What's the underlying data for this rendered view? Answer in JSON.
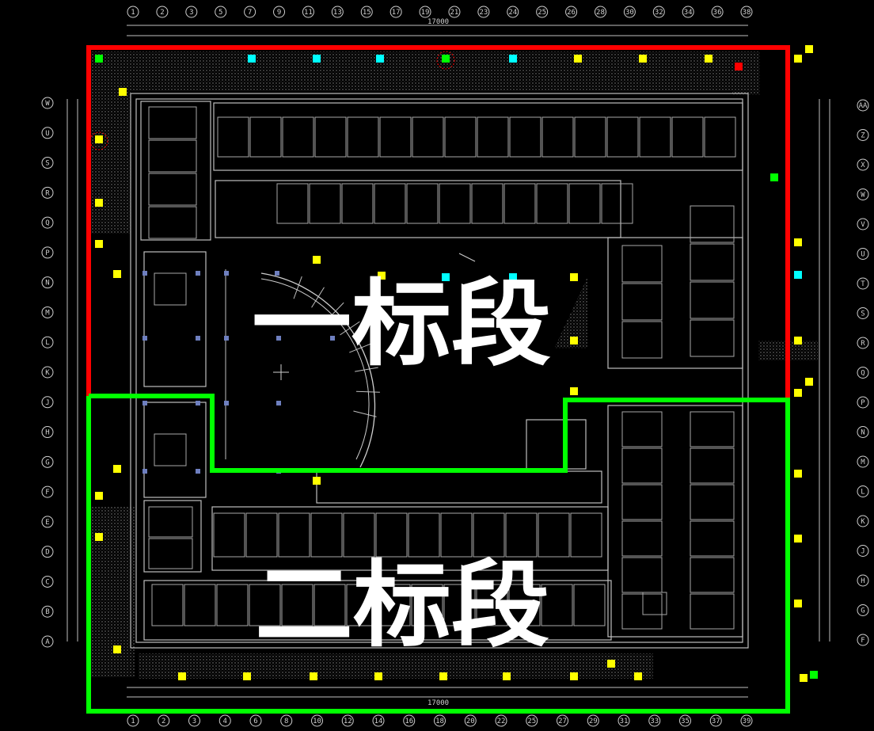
{
  "drawing": {
    "background_color": "#000000",
    "line_color": "#bfbfbf",
    "zone_top": {
      "label": "一标段",
      "border_color": "#ff0000"
    },
    "zone_bottom": {
      "label": "二标段",
      "border_color": "#00ff00"
    },
    "overall_dimension_top": "17000",
    "overall_dimension_bottom": "17000"
  },
  "axes": {
    "top": [
      "1",
      "2",
      "3",
      "5",
      "7",
      "9",
      "11",
      "13",
      "15",
      "17",
      "19",
      "21",
      "23",
      "24",
      "25",
      "26",
      "28",
      "30",
      "32",
      "34",
      "36",
      "38"
    ],
    "bottom": [
      "1",
      "2",
      "3",
      "4",
      "6",
      "8",
      "10",
      "12",
      "14",
      "16",
      "18",
      "20",
      "22",
      "25",
      "27",
      "29",
      "31",
      "33",
      "35",
      "37",
      "39"
    ],
    "left": [
      "W",
      "U",
      "S",
      "R",
      "Q",
      "P",
      "N",
      "M",
      "L",
      "K",
      "J",
      "H",
      "G",
      "F",
      "E",
      "D",
      "C",
      "B",
      "A"
    ],
    "right": [
      "AA",
      "Z",
      "X",
      "W",
      "V",
      "U",
      "T",
      "S",
      "R",
      "Q",
      "P",
      "N",
      "M",
      "L",
      "K",
      "J",
      "H",
      "G",
      "F"
    ]
  },
  "colors": {
    "marker_yellow": "#ffff00",
    "marker_cyan": "#00ffff",
    "marker_green": "#00ff00",
    "marker_red": "#ff0000",
    "hatch_gray": "#6a6a6a"
  }
}
